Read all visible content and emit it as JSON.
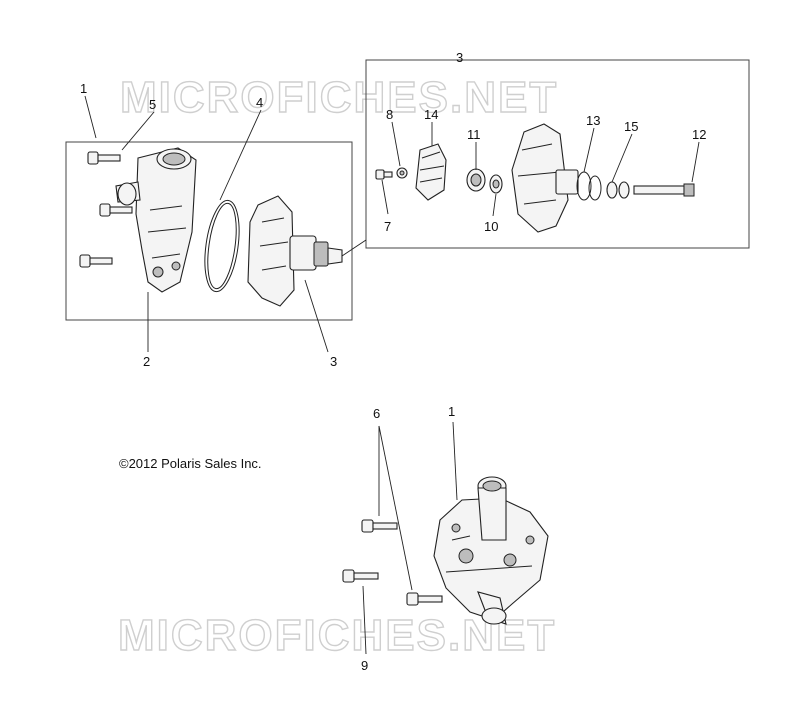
{
  "watermark_text": "MICROFICHES.NET",
  "copyright": "©2012 Polaris Sales Inc.",
  "callouts": {
    "c1_top": "1",
    "c5": "5",
    "c4": "4",
    "c2": "2",
    "c3_mid": "3",
    "c3_top": "3",
    "c8": "8",
    "c14": "14",
    "c11": "11",
    "c13": "13",
    "c15": "15",
    "c12": "12",
    "c7": "7",
    "c10": "10",
    "c6": "6",
    "c1_bottom": "1",
    "c9": "9"
  }
}
